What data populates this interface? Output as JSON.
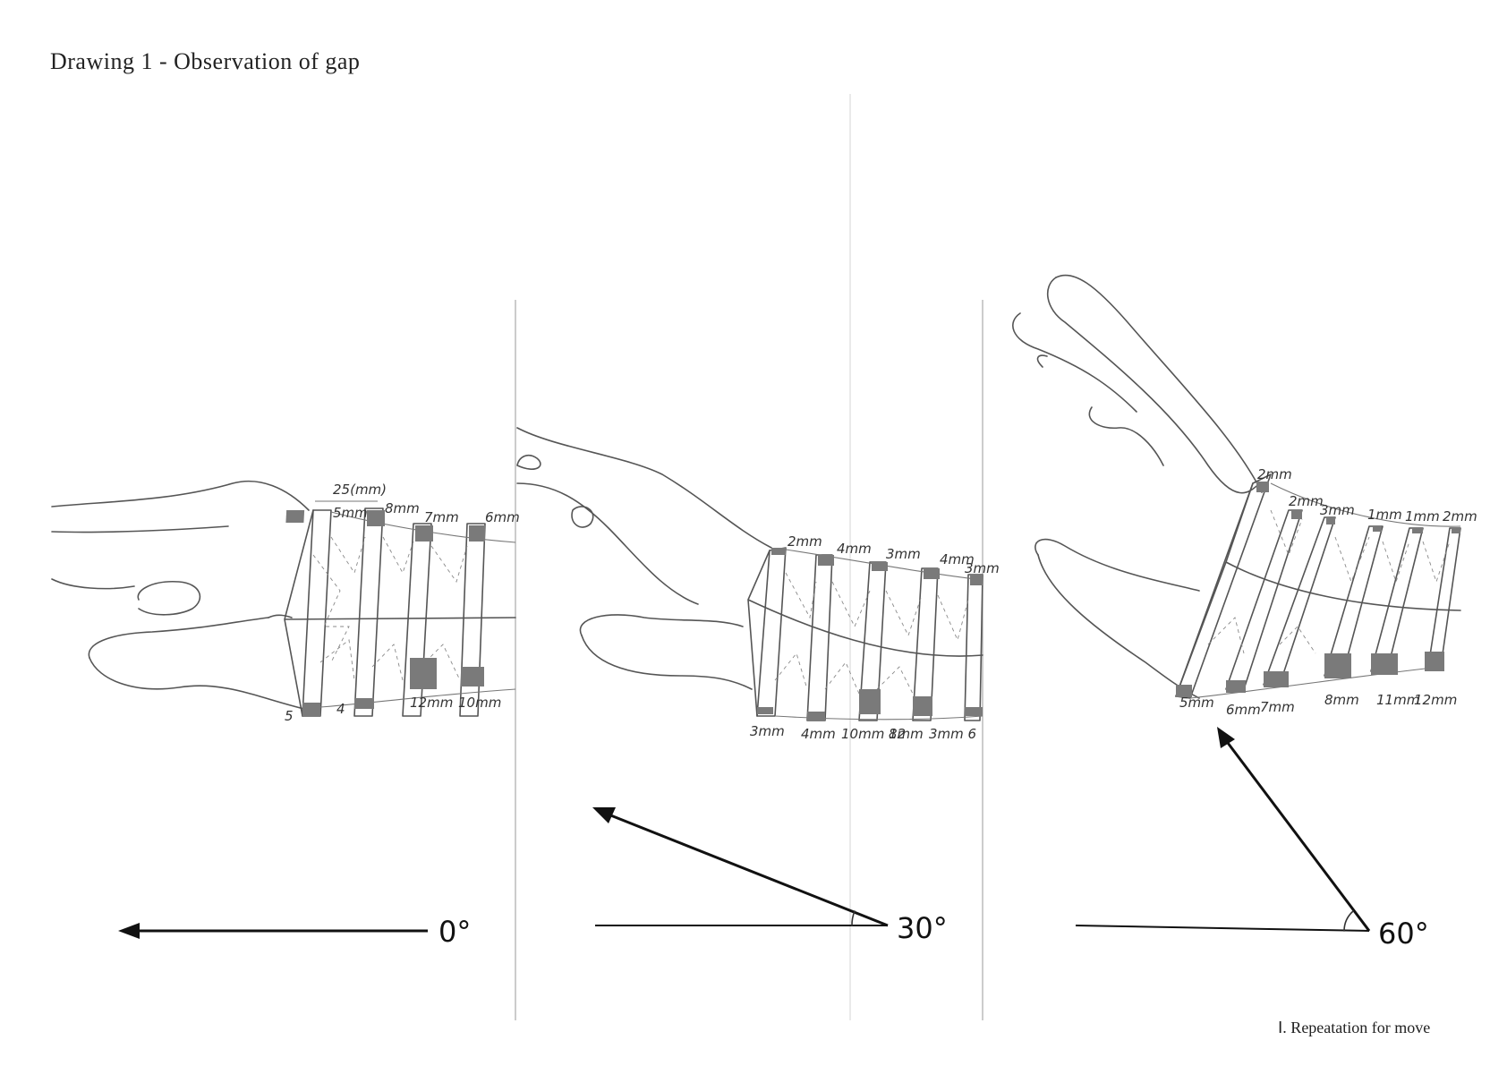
{
  "title": "Drawing 1 - Observation of gap",
  "footer": "Ⅰ. Repeatation for move",
  "panels": [
    {
      "angle": "0°",
      "width_label": "25(mm)",
      "top_gaps": [
        "5mm",
        "8mm",
        "7mm",
        "6mm"
      ],
      "bottom_gaps": [
        "5",
        "4",
        "12mm",
        "10mm"
      ]
    },
    {
      "angle": "30°",
      "top_gaps": [
        "2mm",
        "4mm",
        "3mm",
        "4mm",
        "3mm"
      ],
      "bottom_gaps": [
        "3mm",
        "4mm",
        "10mm 12",
        "8mm",
        "3mm 6"
      ]
    },
    {
      "angle": "60°",
      "top_gaps": [
        "2mm",
        "2mm",
        "3mm",
        "1mm",
        "1mm",
        "2mm"
      ],
      "bottom_gaps": [
        "5mm",
        "6mm",
        "7mm",
        "8mm",
        "11mm",
        "12mm"
      ]
    }
  ],
  "colors": {
    "ink": "#222222",
    "gap_shade": "#7a7a7a",
    "arrow": "#111111"
  }
}
